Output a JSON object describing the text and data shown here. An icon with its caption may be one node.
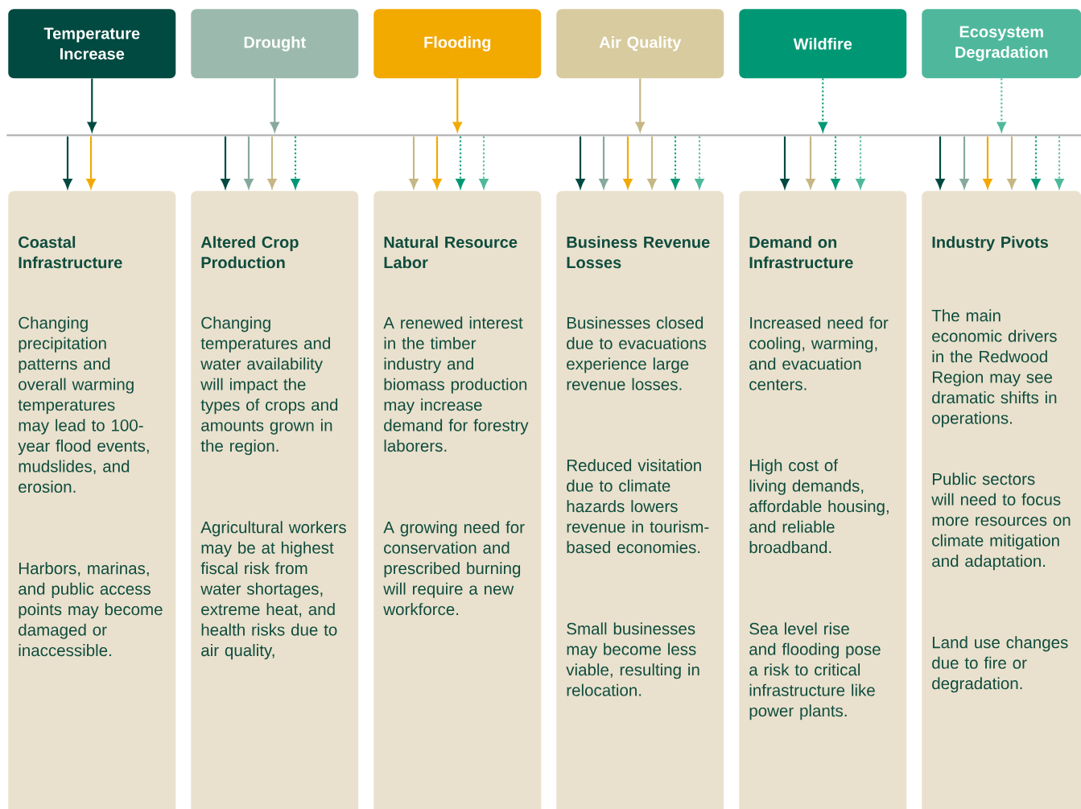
{
  "diagram": {
    "nodes": [
      {
        "text": [
          "Temperature Increase"
        ]
      },
      {
        "text": [
          "Drought"
        ]
      },
      {
        "text": [
          "Flooding"
        ]
      },
      {
        "text": [
          "Air Quality"
        ]
      },
      {
        "text": [
          "Wildfire"
        ]
      },
      {
        "text": [
          "Ecosystem Degradation"
        ]
      },
      {
        "text": [],
        "shape": "bar"
      },
      {
        "text": [
          "Coastal Infrastructure",
          "Changing precipitation patterns and overall warming temperatures may lead to 100-year flood events, mudslides, and erosion.",
          "Harbors, marinas, and public access points may become damaged or inaccessible."
        ]
      },
      {
        "text": [
          "Altered Crop Production",
          "Changing temperatures and water availability will impact the types of crops and amounts grown in the region.",
          "Agricultural workers may be at highest fiscal risk from water shortages, extreme heat, and health risks due to air quality,"
        ]
      },
      {
        "text": [
          "Natural Resource Labor",
          "A renewed interest in the timber industry and biomass production may increase demand for forestry laborers.",
          "A growing need for conservation and prescribed burning will require a new workforce."
        ]
      },
      {
        "text": [
          "Business Revenue Losses",
          "Businesses closed due to evacuations experience large revenue losses.",
          "Reduced visitation due to climate hazards lowers revenue in tourism-based economies.",
          "Small businesses may become less viable, resulting in relocation."
        ]
      },
      {
        "text": [
          "Demand on Infrastructure",
          "Increased need for cooling, warming, and evacuation centers.",
          "High cost of living demands, affordable housing, and reliable broadband.",
          "Sea level rise and flooding pose a risk to critical infrastructure like power plants."
        ]
      },
      {
        "text": [
          "Industry Pivots",
          "The main economic drivers in the Redwood Region may see dramatic shifts in operations.",
          "Public sectors will need to focus more resources on climate mitigation and adaptation.",
          "Land use changes due to fire or degradation."
        ]
      }
    ],
    "edges": [
      {
        "from": 0,
        "to": 6,
        "arrow": "to",
        "color": "#004a41"
      },
      {
        "from": 1,
        "to": 6,
        "arrow": "to",
        "color": "#86a99b"
      },
      {
        "from": 2,
        "to": 6,
        "arrow": "to",
        "color": "#f2a900"
      },
      {
        "from": 3,
        "to": 6,
        "arrow": "to",
        "color": "#c6b785"
      },
      {
        "from": 4,
        "to": 6,
        "arrow": "to",
        "style": "dashed",
        "color": "#009874"
      },
      {
        "from": 5,
        "to": 6,
        "arrow": "to",
        "style": "dashed",
        "color": "#4fb89c"
      },
      {
        "from": 6,
        "to": 7,
        "arrow": "to",
        "color": "#004a41"
      },
      {
        "from": 6,
        "to": 7,
        "arrow": "to",
        "color": "#f2a900"
      },
      {
        "from": 6,
        "to": 8,
        "arrow": "to",
        "color": "#004a41"
      },
      {
        "from": 6,
        "to": 8,
        "arrow": "to",
        "color": "#86a99b"
      },
      {
        "from": 6,
        "to": 8,
        "arrow": "to",
        "color": "#c6b785"
      },
      {
        "from": 6,
        "to": 8,
        "arrow": "to",
        "style": "dashed",
        "color": "#009874"
      },
      {
        "from": 6,
        "to": 9,
        "arrow": "to",
        "color": "#c6b785"
      },
      {
        "from": 6,
        "to": 9,
        "arrow": "to",
        "color": "#f2a900"
      },
      {
        "from": 6,
        "to": 9,
        "arrow": "to",
        "style": "dashed",
        "color": "#009874"
      },
      {
        "from": 6,
        "to": 9,
        "arrow": "to",
        "style": "dashed",
        "color": "#4fb89c"
      },
      {
        "from": 6,
        "to": 10,
        "arrow": "to",
        "color": "#004a41"
      },
      {
        "from": 6,
        "to": 10,
        "arrow": "to",
        "color": "#86a99b"
      },
      {
        "from": 6,
        "to": 10,
        "arrow": "to",
        "color": "#f2a900"
      },
      {
        "from": 6,
        "to": 10,
        "arrow": "to",
        "color": "#c6b785"
      },
      {
        "from": 6,
        "to": 10,
        "arrow": "to",
        "style": "dashed",
        "color": "#009874"
      },
      {
        "from": 6,
        "to": 10,
        "arrow": "to",
        "style": "dashed",
        "color": "#4fb89c"
      },
      {
        "from": 6,
        "to": 11,
        "arrow": "to",
        "color": "#004a41"
      },
      {
        "from": 6,
        "to": 11,
        "arrow": "to",
        "color": "#c6b785"
      },
      {
        "from": 6,
        "to": 11,
        "arrow": "to",
        "style": "dashed",
        "color": "#009874"
      },
      {
        "from": 6,
        "to": 11,
        "arrow": "to",
        "style": "dashed",
        "color": "#4fb89c"
      },
      {
        "from": 6,
        "to": 12,
        "arrow": "to",
        "color": "#004a41"
      },
      {
        "from": 6,
        "to": 12,
        "arrow": "to",
        "color": "#86a99b"
      },
      {
        "from": 6,
        "to": 12,
        "arrow": "to",
        "color": "#f2a900"
      },
      {
        "from": 6,
        "to": 12,
        "arrow": "to",
        "color": "#c6b785"
      },
      {
        "from": 6,
        "to": 12,
        "arrow": "to",
        "style": "dashed",
        "color": "#009874"
      },
      {
        "from": 6,
        "to": 12,
        "arrow": "to",
        "style": "dashed",
        "color": "#4fb89c"
      }
    ]
  }
}
